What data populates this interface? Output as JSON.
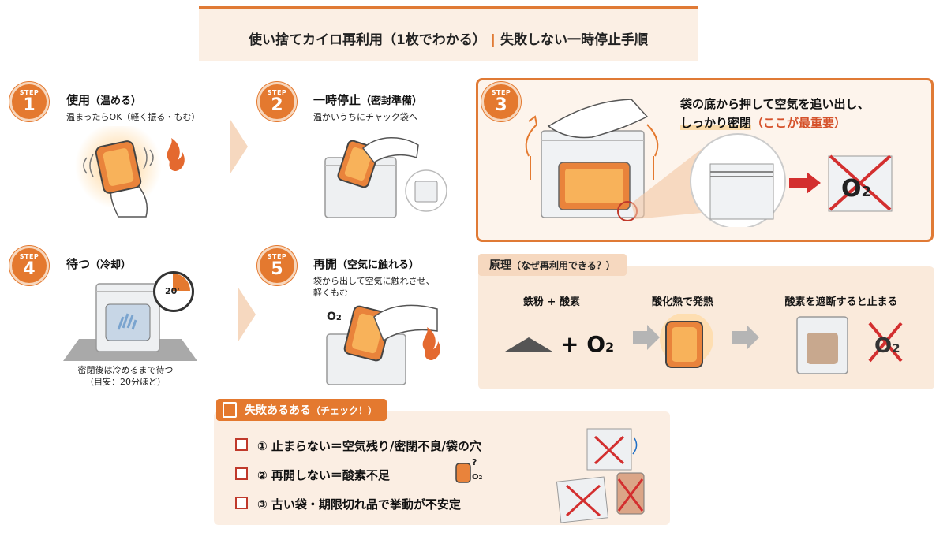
{
  "title": {
    "main": "使い捨てカイロ再利用（1枚でわかる）",
    "sep": "|",
    "sub": "失敗しない一時停止手順"
  },
  "step_badge_text": "STEP",
  "steps": [
    {
      "num": "1",
      "title": "使用",
      "paren": "（温める）",
      "desc": [
        "温まったらOK（軽く振る・もむ）"
      ]
    },
    {
      "num": "2",
      "title": "一時停止",
      "paren": "（密封準備）",
      "desc": [
        "温かいうちにチャック袋へ"
      ]
    },
    {
      "num": "3",
      "desc": [
        "袋の底から押して空気を追い出し、"
      ],
      "line2_main": "しっかり密閉",
      "line2_hl": "（ここが最重要）"
    },
    {
      "num": "4",
      "title": "待つ",
      "paren": "（冷却）",
      "desc": [
        "密閉後は冷めるまで待つ",
        "（目安：20分ほど）"
      ]
    },
    {
      "num": "5",
      "title": "再開",
      "paren": "（空気に触れる）",
      "desc": [
        "袋から出して空気に触れさせ、",
        "軽くもむ"
      ]
    }
  ],
  "timer_label": "20'",
  "o2_label": "O",
  "o2_sub": "2",
  "principle": {
    "title": "原理",
    "paren": "（なぜ再利用できる？）",
    "labels": [
      "鉄粉 + 酸素",
      "酸化熱で発熱",
      "酸素を遮断すると止まる"
    ],
    "plus": "+"
  },
  "fail": {
    "title": "失敗あるある",
    "paren": "（チェック！）",
    "items": [
      "① 止まらない＝空気残り/密閉不良/袋の穴",
      "② 再開しない＝酸素不足",
      "③ 古い袋・期限切れ品で挙動が不安定"
    ],
    "question": "?"
  },
  "colors": {
    "accent": "#e4792f",
    "accent_light": "#f6d8bf",
    "red": "#d32f2f",
    "panel": "#fdf4ec"
  }
}
